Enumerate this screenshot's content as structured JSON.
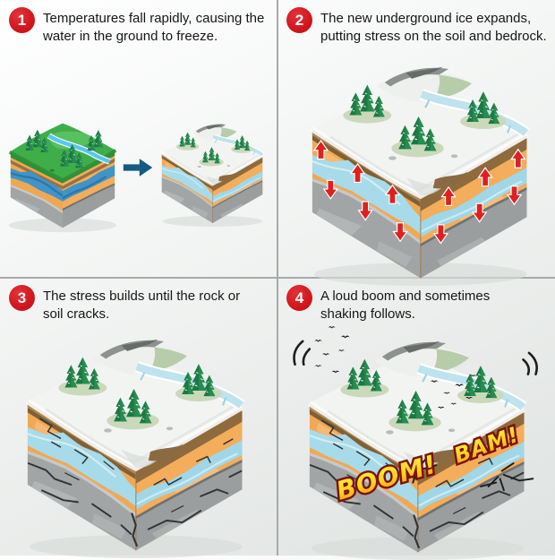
{
  "panels": [
    {
      "number": "1",
      "caption": "Temperatures fall rapidly, causing the\nwater in the ground to freeze."
    },
    {
      "number": "2",
      "caption": "The new underground ice expands,\nputting stress on the soil and bedrock."
    },
    {
      "number": "3",
      "caption": "The stress builds until the rock or\nsoil cracks."
    },
    {
      "number": "4",
      "caption": "A loud boom and sometimes\nshaking follows.",
      "sfx": {
        "boom": "BOOM!",
        "bam": "BAM!"
      }
    }
  ],
  "icons": {
    "step-badge-icon": "red numbered circle",
    "transform-arrow-icon": "➡ right-pointing solid arrow",
    "stress-arrow-up-icon": "red arrow pointing up",
    "stress-arrow-down-icon": "red arrow pointing down",
    "bird-icon": "black flying-bird silhouette",
    "shake-mark-icon": "curved vibration strokes",
    "tree-icon": "conifer tree",
    "crack-icon": "jagged crack lines"
  },
  "colors": {
    "badge_red": "#d2161d",
    "caption_text": "#161616",
    "divider_gray": "#a6aaa9",
    "background_top": "#ffffff",
    "background_bottom": "#dfe3e1",
    "grass_green": "#3fae49",
    "snow_white": "#f2f4f2",
    "soil_orange": "#f1a855",
    "topsoil_brown": "#8a6a3e",
    "groundwater_blue": "#3f94c9",
    "ice_blue": "#a7dbe9",
    "bedrock_gray": "#a2a5a6",
    "tree_green": "#1b7a42",
    "transform_arrow_blue": "#155a80",
    "stress_arrow_red": "#e0201f",
    "sfx_yellow": "#ffd21f",
    "sfx_outline": "#7c1206",
    "crack_black": "#343434"
  }
}
